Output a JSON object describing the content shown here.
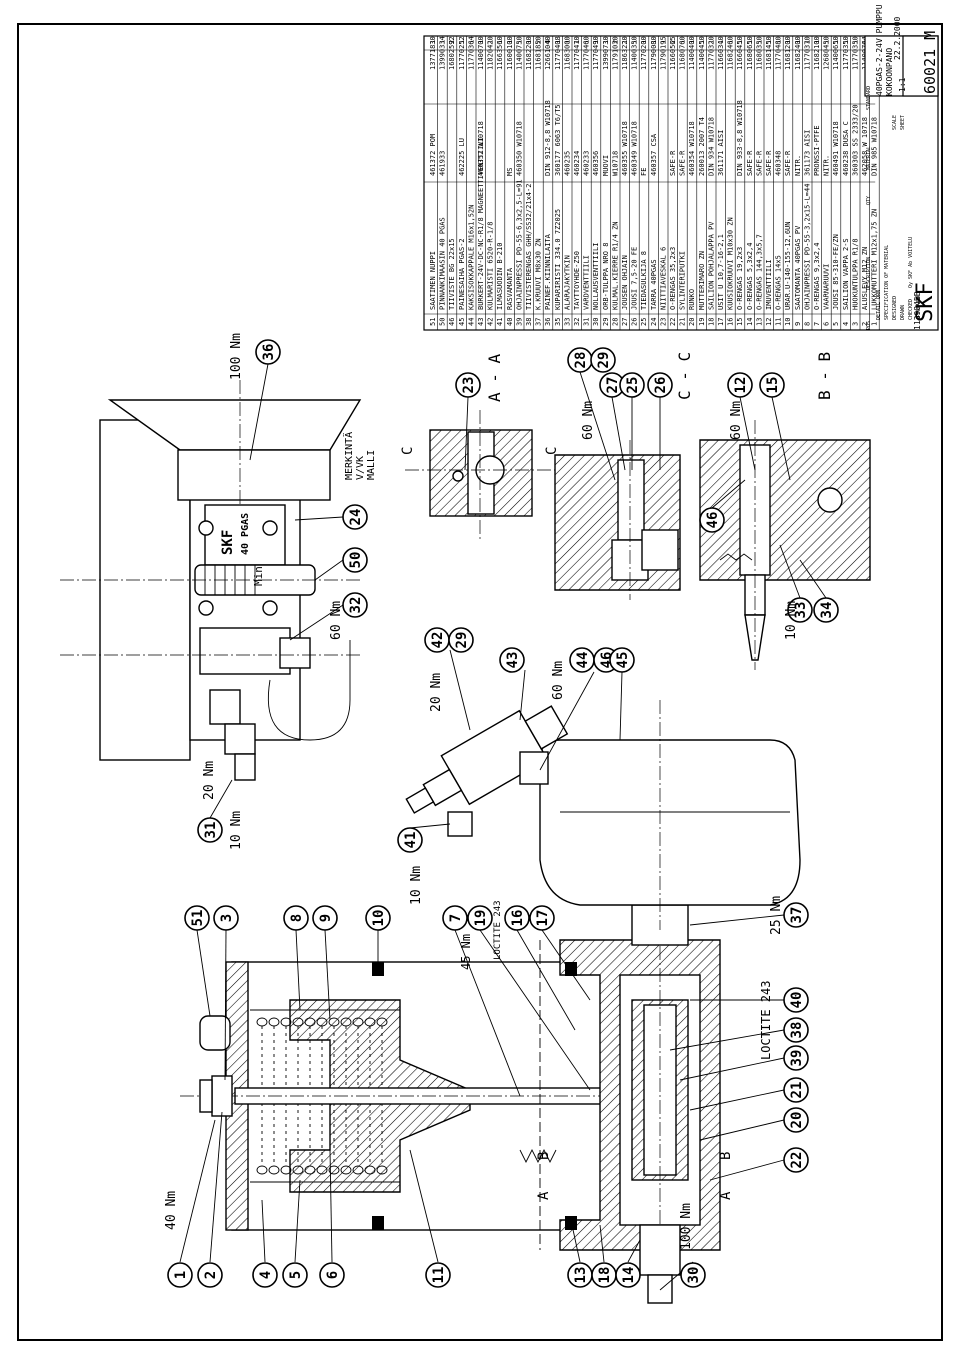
{
  "drawing": {
    "company": "SKF",
    "company_sub": "Oy SKF Ab VOITELU",
    "document_no": "60021 M",
    "drawing_ref": "1139845B",
    "title_line1": "40PGAS-2-24V PUMPPU",
    "title_line2": "KOKOONPANO",
    "date": "22.2.2000",
    "scale": "1:1",
    "merkinta_lines": [
      "MERKINTÄ",
      "V/VK",
      "MALLI"
    ],
    "pump_plate_lines": [
      "SKF",
      "40 PGAS"
    ],
    "min_label": "Min",
    "loctite_1": "LOCTITE 243",
    "loctite_2": "LOCTITE 243"
  },
  "sections": {
    "aa": "A - A",
    "bb": "B - B",
    "cc": "C - C",
    "a_mark": "A",
    "b_mark": "B",
    "c_mark": "C"
  },
  "torques": {
    "t100a": "100 Nm",
    "t20a": "20 Nm",
    "t60a": "60 Nm",
    "t20b": "20 Nm",
    "t60b": "60 Nm",
    "t10a": "10 Nm",
    "t60c": "60 Nm",
    "t60d": "60 Nm",
    "t10b": "10 Nm",
    "t25": "25 Nm",
    "t10c": "10 Nm",
    "t45": "45 Nm",
    "t40": "40 Nm",
    "t100b": "100 Nm"
  },
  "balloons": {
    "b1": "1",
    "b2": "2",
    "b3": "3",
    "b4": "4",
    "b5": "5",
    "b6": "6",
    "b7": "7",
    "b8": "8",
    "b9": "9",
    "b10": "10",
    "b11": "11",
    "b12": "12",
    "b13": "13",
    "b14": "14",
    "b15": "15",
    "b16": "16",
    "b17": "17",
    "b18": "18",
    "b19": "19",
    "b20": "20",
    "b21": "21",
    "b22": "22",
    "b23": "23",
    "b24": "24",
    "b25": "25",
    "b26": "26",
    "b27": "27",
    "b28": "28",
    "b29": "29",
    "b30": "30",
    "b31": "31",
    "b32": "32",
    "b33": "33",
    "b34": "34",
    "b36": "36",
    "b37": "37",
    "b38": "38",
    "b39": "39",
    "b40": "40",
    "b41": "41",
    "b42": "42",
    "b43": "43",
    "b44": "44",
    "b45": "45",
    "b46": "46",
    "b50": "50",
    "b51": "51"
  },
  "parts_list": [
    {
      "pos": "51",
      "name": "SAATIMEN NUPPI",
      "mat": "461372  POM",
      "code": "13771830",
      "qty": "1"
    },
    {
      "pos": "50",
      "name": "PINNANKIMAASIN 40 PGAS",
      "mat": "461933",
      "code": "13990334",
      "qty": "1"
    },
    {
      "pos": "46",
      "name": "TIIVISTE BG 22x15",
      "mat": "",
      "code": "16802592",
      "qty": "2"
    },
    {
      "pos": "45",
      "name": "PAINESAIHA PGAS-2",
      "mat": "462225  LU",
      "code": "11770252",
      "qty": "1"
    },
    {
      "pos": "44",
      "name": "KAKSISOKKAPPALE M16x1,52N",
      "mat": "",
      "code": "11770364",
      "qty": "1"
    },
    {
      "pos": "43",
      "name": "BURKERT-24V-DC-NC-R1/8 MAGNEETTIVENTTIILI",
      "mat": "460352  W10718",
      "code": "11400700",
      "qty": "1"
    },
    {
      "pos": "42",
      "name": "KULMARISTI 6520-R-1/8",
      "mat": "",
      "code": "11820420",
      "qty": "1"
    },
    {
      "pos": "41",
      "name": "ILMASUODIN  B-210",
      "mat": "",
      "code": "11663560",
      "qty": "1"
    },
    {
      "pos": "40",
      "name": "RASVAMANTA",
      "mat": "MS",
      "code": "11600100",
      "qty": "1"
    },
    {
      "pos": "39",
      "name": "OHJAINPRESSI  PD-55-6,3x2,5-L=91",
      "mat": "460350  W10718",
      "code": "11400750",
      "qty": "1"
    },
    {
      "pos": "38",
      "name": "TIIVISTERENGAS GHH/SS32/21x4-2",
      "mat": "",
      "code": "11682200",
      "qty": "1"
    },
    {
      "pos": "37",
      "name": "K.KRUUVI M8x30 ZN",
      "mat": "",
      "code": "11681850",
      "qty": "2"
    },
    {
      "pos": "36",
      "name": "PAINEF.KIINNILAITA",
      "mat": "DIN 912-8,8 W10718",
      "code": "12661040",
      "qty": "4"
    },
    {
      "pos": "35",
      "name": "KUPARIRISTI 334.0 7Z2025",
      "mat": "360177  6063 T6/T5",
      "code": "11770408",
      "qty": "1"
    },
    {
      "pos": "33",
      "name": "ALARAJAKYTKIN",
      "mat": "460235",
      "code": "11683000",
      "qty": "1"
    },
    {
      "pos": "32",
      "name": "TAYTTOYHDE-Z50",
      "mat": "460234",
      "code": "11770470",
      "qty": "1"
    },
    {
      "pos": "31",
      "name": "VARDVENTTIILI",
      "mat": "460233",
      "code": "11770460",
      "qty": "1"
    },
    {
      "pos": "30",
      "name": "NOLLAUSVENTTIILI",
      "mat": "460356",
      "code": "11770490",
      "qty": "1"
    },
    {
      "pos": "29",
      "name": "ORB-TULPPA  NRO 8",
      "mat": "MUOVI",
      "code": "13990730",
      "qty": "1"
    },
    {
      "pos": "28",
      "name": "KULMAL.KIERRE R1/4 ZN",
      "mat": "W10718",
      "code": "11791030",
      "qty": "2"
    },
    {
      "pos": "27",
      "name": "JOUSEN OHJAIN",
      "mat": "460355  W10718",
      "code": "11863220",
      "qty": "1"
    },
    {
      "pos": "26",
      "name": "JOUSI  7,5-20 FE",
      "mat": "460349  W10718",
      "code": "11400350",
      "qty": "1"
    },
    {
      "pos": "25",
      "name": "TIEDASULKIJA  8",
      "mat": "FE",
      "code": "11770200",
      "qty": "1"
    },
    {
      "pos": "24",
      "name": "TARRA  40PGAS",
      "mat": "460357  CSA",
      "code": "11790080",
      "qty": "1"
    },
    {
      "pos": "23",
      "name": "NIITTIAVESKAL 6",
      "mat": "",
      "code": "11790195",
      "qty": "1"
    },
    {
      "pos": "22",
      "name": "O-RENGAS 35,2x3",
      "mat": "SAFE-R",
      "code": "11660565",
      "qty": "2"
    },
    {
      "pos": "21",
      "name": "SYLINTERIPUTKI",
      "mat": "SAFE-R",
      "code": "11680760",
      "qty": "1"
    },
    {
      "pos": "20",
      "name": "RUNKO",
      "mat": "460354  W10718",
      "code": "11400400",
      "qty": "1"
    },
    {
      "pos": "19",
      "name": "MUTTERIMARO ZN",
      "mat": "260013  2007 T4",
      "code": "11400450",
      "qty": "1"
    },
    {
      "pos": "18",
      "name": "SAILION POHJALAPPA PV",
      "mat": "DIN 934  W10718",
      "code": "11770320",
      "qty": "1"
    },
    {
      "pos": "17",
      "name": "USIT U 10,7-16-2,1",
      "mat": "361171  AISI",
      "code": "11660340",
      "qty": "1"
    },
    {
      "pos": "16",
      "name": "KUUSIOKRUUVI M10x30 ZN",
      "mat": "",
      "code": "11682460",
      "qty": "1"
    },
    {
      "pos": "15",
      "name": "O-RENGAS  19,2x3",
      "mat": "DIN 933-8,8 W10718",
      "code": "11660450",
      "qty": "1"
    },
    {
      "pos": "14",
      "name": "O-RENGAS 5,3x2,4",
      "mat": "SAFE-R",
      "code": "11680650",
      "qty": "1"
    },
    {
      "pos": "13",
      "name": "O-RENGAS 144,3x5,7",
      "mat": "SAFE-R",
      "code": "11680350",
      "qty": "1"
    },
    {
      "pos": "12",
      "name": "IMUVENTTIILI",
      "mat": "SAFE-R",
      "code": "11681450",
      "qty": "1"
    },
    {
      "pos": "11",
      "name": "O-RENGAS 14x5",
      "mat": "460348",
      "code": "11770480",
      "qty": "1"
    },
    {
      "pos": "10",
      "name": "URAR.U-140-155-12,6UN",
      "mat": "SAFE-R",
      "code": "11681200",
      "qty": "1"
    },
    {
      "pos": "9",
      "name": "SAATOMANTA 40PGAS PV",
      "mat": "NITR.",
      "code": "11682400",
      "qty": "1"
    },
    {
      "pos": "8",
      "name": "OHJAINPRESSI PD-55-3,2x15-L=44",
      "mat": "361173  AISI",
      "code": "11770370",
      "qty": "1"
    },
    {
      "pos": "7",
      "name": "O-RENGAS 9,3x2,4",
      "mat": "PRONSSI-PTFE",
      "code": "11682100",
      "qty": "1"
    },
    {
      "pos": "6",
      "name": "VAARNARUUVI",
      "mat": "NITR.",
      "code": "12680450",
      "qty": "1"
    },
    {
      "pos": "5",
      "name": "JOUSI 85-310-FE/ZN",
      "mat": "460491  W10718",
      "code": "11400650",
      "qty": "1"
    },
    {
      "pos": "4",
      "name": "SAILION VAPPA 2-S",
      "mat": "460238  DUSA C",
      "code": "11770350",
      "qty": "1"
    },
    {
      "pos": "3",
      "name": "HUOKUNTULPPA R1/8",
      "mat": "360303  SS 2333/20",
      "code": "11770350",
      "qty": "1"
    },
    {
      "pos": "2",
      "name": "ALUSLEVY M12 ZN",
      "mat": "462058  W 10718",
      "code": "11400764",
      "qty": "1"
    },
    {
      "pos": "1",
      "name": "LUKKOMUTTERI M12x1,75 ZN",
      "mat": "DIN 985  W10718",
      "code": "12660482",
      "qty": "1"
    }
  ],
  "title_block": {
    "col_pos": "POS",
    "col_descr": "DESCRIPTION",
    "col_qty": "QTY",
    "col_material": "MATERIAL",
    "col_standard": "STANDARD",
    "row_detail": "DETAIL DRN",
    "row_spec": "SPECIFICATION OF MATERIAL",
    "row_designed": "DESIGNED",
    "row_drawn": "DRAWN",
    "row_checked": "CHECKED",
    "row_approved": "APPROVED",
    "row_scale": "SCALE",
    "row_sheet": "SHEET"
  }
}
